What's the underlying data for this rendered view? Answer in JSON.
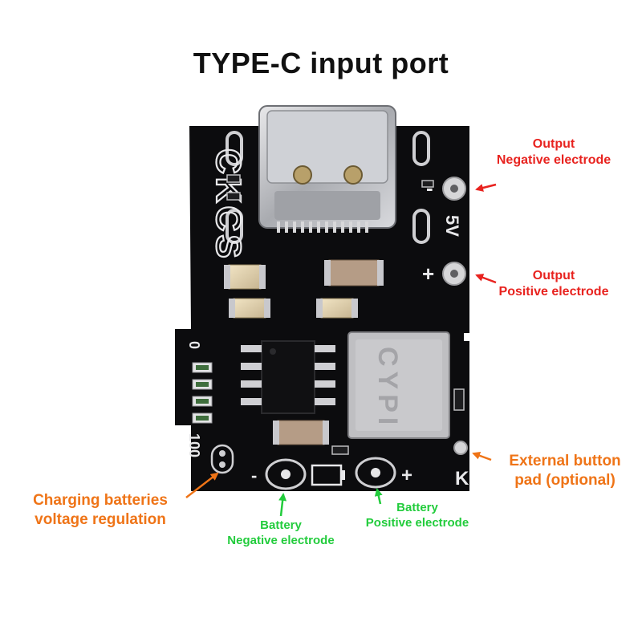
{
  "colors": {
    "red": "#e8231f",
    "orange": "#ef7417",
    "green": "#22cc3c",
    "board": "#0c0c0e"
  },
  "title": "TYPE-C input port",
  "board": {
    "brand": "CKCS",
    "silk_5v": "5V",
    "silk_minus_out": "-",
    "silk_plus_out": "+",
    "silk_0": "0",
    "silk_100": "100",
    "silk_minus_bat": "-",
    "silk_plus_bat": "+",
    "silk_k": "K",
    "inductor_text": "CYPI"
  },
  "labels": {
    "output_negative": {
      "line1": "Output",
      "line2": "Negative electrode"
    },
    "output_positive": {
      "line1": "Output",
      "line2": "Positive electrode"
    },
    "external_button": {
      "line1": "External button",
      "line2": "pad (optional)"
    },
    "charging": {
      "line1": "Charging batteries",
      "line2": "voltage regulation"
    },
    "battery_negative": {
      "line1": "Battery",
      "line2": "Negative electrode"
    },
    "battery_positive": {
      "line1": "Battery",
      "line2": "Positive electrode"
    }
  }
}
